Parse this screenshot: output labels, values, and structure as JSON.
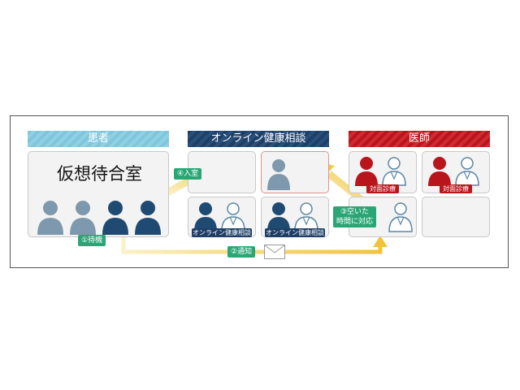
{
  "headers": {
    "patient": "患者",
    "online": "オンライン健康相談",
    "doctor": "医師"
  },
  "waiting_room": {
    "title": "仮想待合室"
  },
  "tags": {
    "wait": "①待機",
    "notify": "②通知",
    "respond_line1": "③空いた",
    "respond_line2": "時間に対応",
    "enter": "④入室"
  },
  "consult_label": "オンライン健康相談",
  "face_label": "対面診療",
  "colors": {
    "light_blue": "#8fd0e4",
    "navy": "#1f3f66",
    "red": "#b8161c",
    "green": "#2aa675",
    "arrow_yellow": "#f1c84a"
  }
}
